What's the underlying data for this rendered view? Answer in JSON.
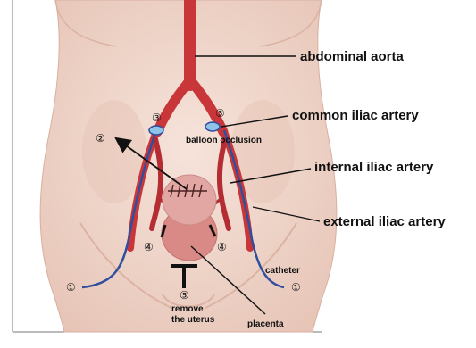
{
  "labels": {
    "abdominal_aorta": "abdominal aorta",
    "common_iliac_artery": "common iliac artery",
    "balloon_occlusion": "balloon occlusion",
    "internal_iliac_artery": "internal iliac artery",
    "external_iliac_artery": "external iliac artery",
    "catheter": "catheter",
    "remove_line1": "remove",
    "remove_line2": "the uterus",
    "placenta": "placenta"
  },
  "markers": {
    "one": "①",
    "two": "②",
    "three": "③",
    "four": "④",
    "five": "⑤"
  },
  "colors": {
    "skin": "#f1d8cc",
    "artery": "#c9363a",
    "catheter": "#2f4f9e",
    "balloon": "#8fc3e8",
    "uterus": "#d98a86"
  }
}
